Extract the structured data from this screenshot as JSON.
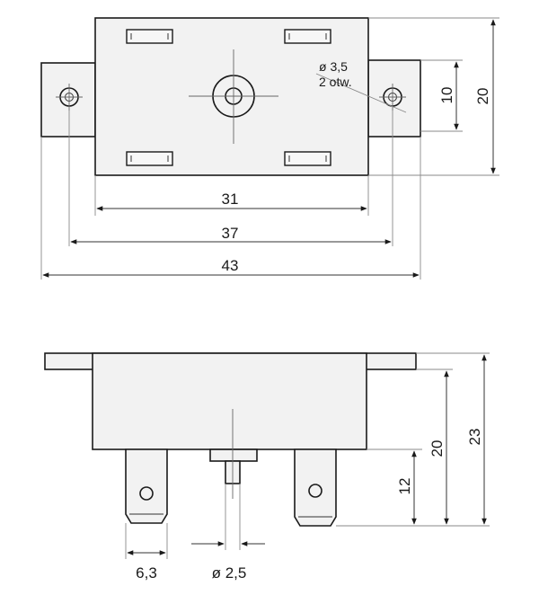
{
  "dimensions": {
    "top_inner_width": "31",
    "top_hole_spacing": "37",
    "top_overall_width": "43",
    "top_hole_vertical": "10",
    "top_overall_height": "20",
    "side_body_height": "20",
    "side_overall_height": "23",
    "side_terminal_length": "12",
    "side_terminal_width": "6,3",
    "side_pin_diameter": "ø 2,5"
  },
  "notes": {
    "hole_diameter": "ø 3,5",
    "hole_count": "2 otw."
  },
  "colors": {
    "line": "#1a1a1a",
    "body_fill": "#f2f2f2",
    "extension": "#8a8a8a"
  }
}
